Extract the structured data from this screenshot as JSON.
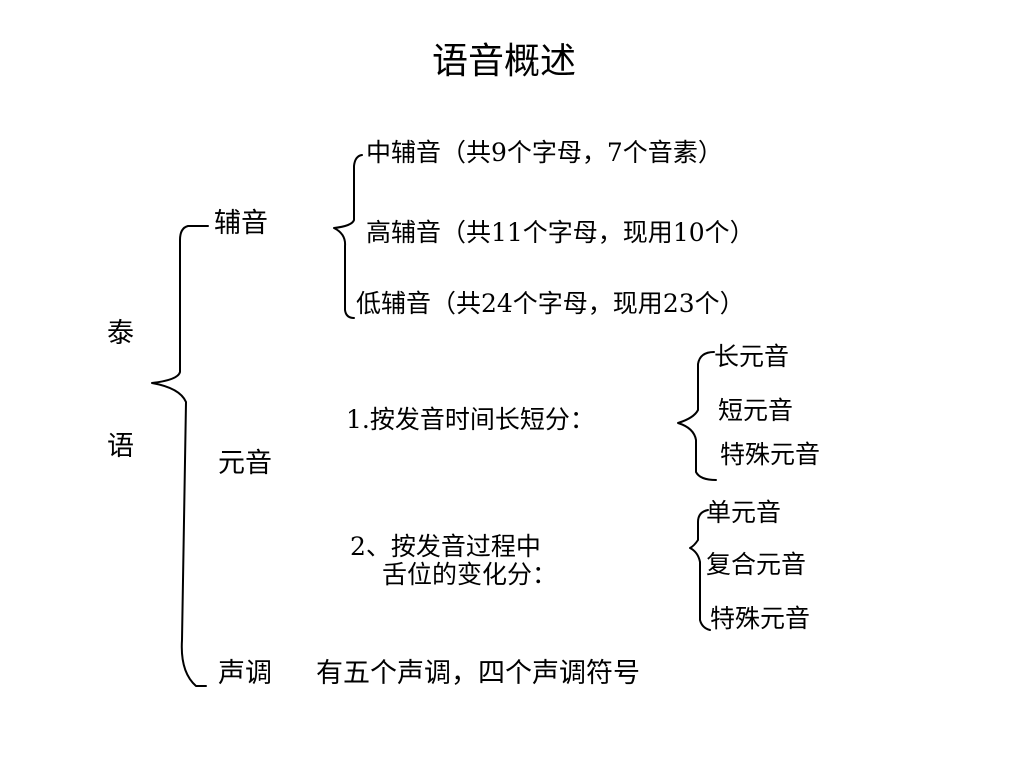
{
  "title": "语音概述",
  "root": [
    "泰",
    "语"
  ],
  "consonants": {
    "label": "辅音",
    "items": [
      "中辅音（共9个字母，7个音素）",
      "高辅音（共11个字母，现用10个）",
      "低辅音（共24个字母，现用23个）"
    ]
  },
  "vowels": {
    "label": "元音",
    "by_length": {
      "label": "1.按发音时间长短分：",
      "items": [
        "长元音",
        "短元音",
        "特殊元音"
      ]
    },
    "by_tongue": {
      "label_line1": "2、按发音过程中",
      "label_line2": "舌位的变化分：",
      "items": [
        "单元音",
        "复合元音",
        "特殊元音"
      ]
    }
  },
  "tones": {
    "label": "声调",
    "description": "有五个声调，四个声调符号"
  }
}
